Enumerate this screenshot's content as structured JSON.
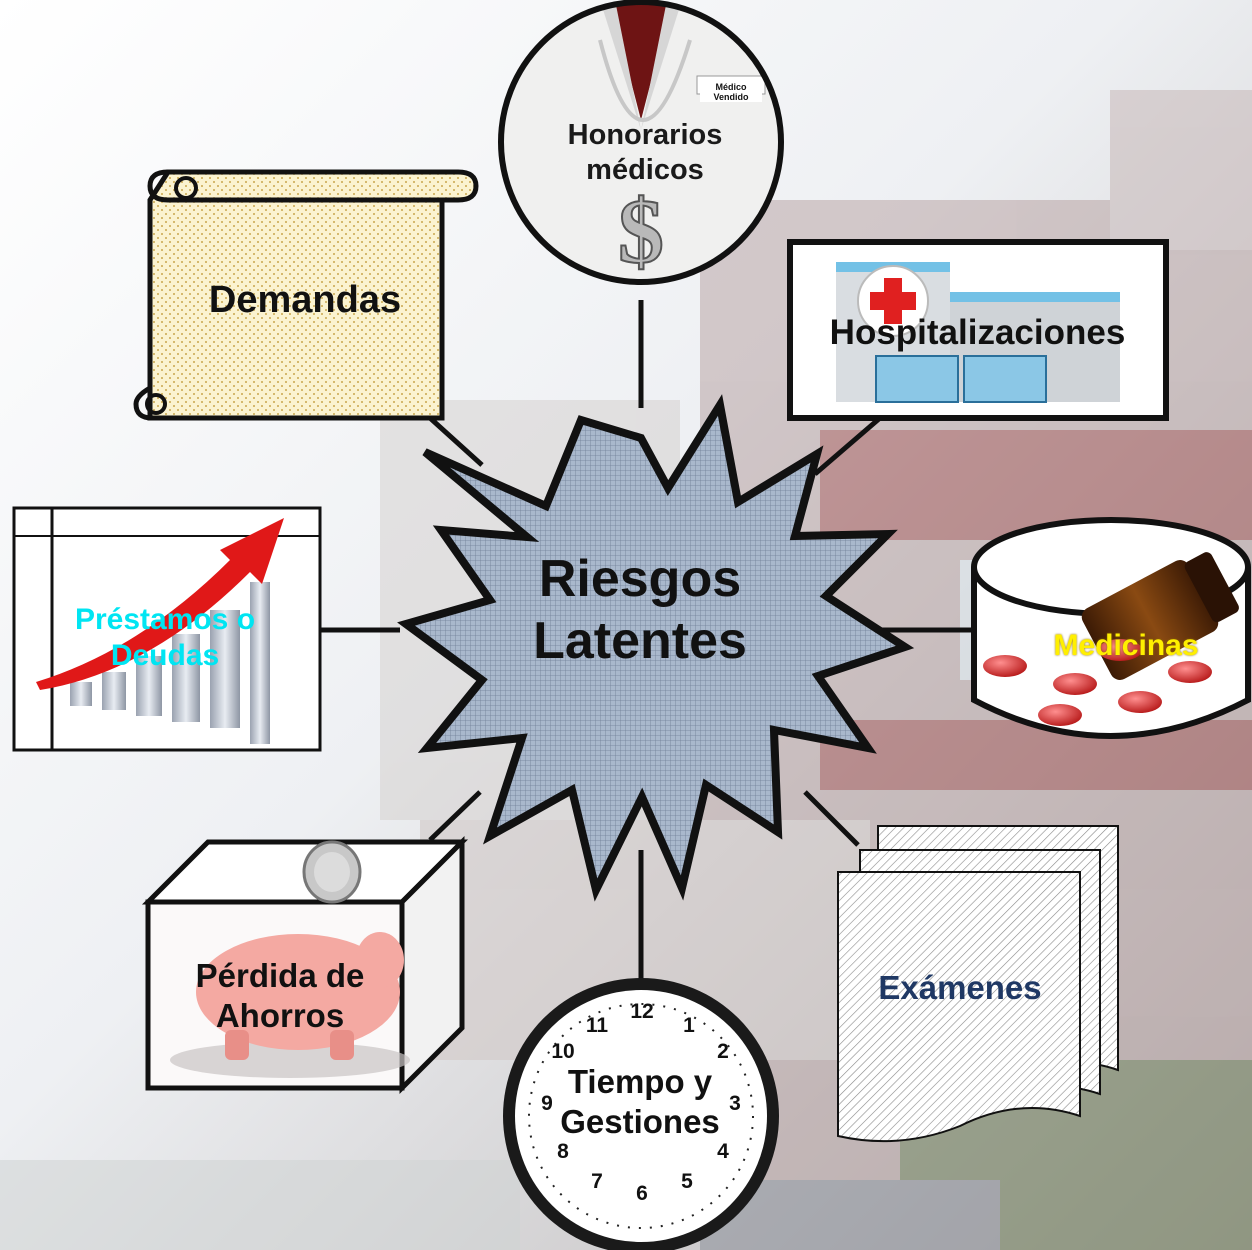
{
  "center": {
    "label": "Riesgos\nLatentes"
  },
  "nodes": {
    "honorarios": {
      "label": "Honorarios\nmédicos",
      "badge": "Médico Vendido"
    },
    "demandas": {
      "label": "Demandas"
    },
    "hospitalizaciones": {
      "label": "Hospitalizaciones"
    },
    "prestamos": {
      "label": "Préstamos o\nDeudas"
    },
    "medicinas": {
      "label": "Medicinas"
    },
    "ahorros": {
      "label": "Pérdida de\nAhorros"
    },
    "examenes": {
      "label": "Exámenes"
    },
    "tiempo": {
      "label": "Tiempo y\nGestiones"
    }
  },
  "clock": {
    "numbers": [
      "12",
      "1",
      "2",
      "3",
      "4",
      "5",
      "6",
      "7",
      "8",
      "9",
      "10",
      "11"
    ]
  },
  "icons": [
    "dollar-pendant-icon",
    "hospital-building-icon",
    "red-cross-icon",
    "rising-arrow-chart-icon",
    "pill-bottle-icon",
    "piggy-bank-icon",
    "coin-icon",
    "clock-icon",
    "scroll-icon",
    "document-stack-icon"
  ],
  "colors": {
    "prestamos_text": "#00e5f2",
    "medicinas_text": "#ffef00",
    "examenes_text": "#1f3864",
    "starburst_fill": "#a9b8cc"
  }
}
